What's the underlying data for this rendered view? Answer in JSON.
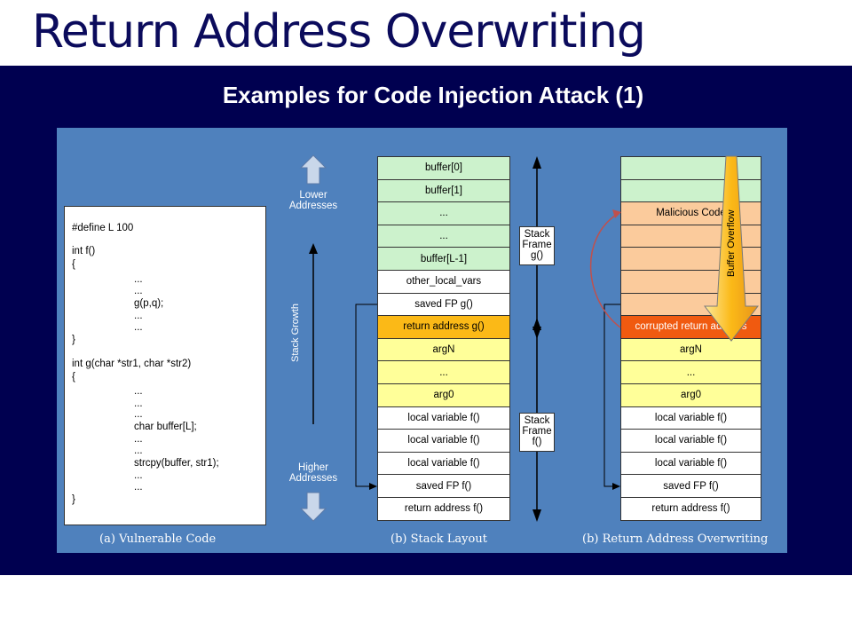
{
  "slide": {
    "title": "Return Address Overwriting",
    "subtitle": "Examples for Code Injection Attack (1)"
  },
  "code": {
    "lines": [
      "#define L 100",
      "int f()",
      "{",
      "...",
      "...",
      "g(p,q);",
      "...",
      "...",
      "}",
      "int g(char *str1, char *str2)",
      "{",
      "...",
      "...",
      "...",
      "char buffer[L];",
      "...",
      "...",
      "strcpy(buffer, str1);",
      "...",
      "...",
      "}"
    ]
  },
  "addresses": {
    "lower": "Lower\nAddresses",
    "higher": "Higher\nAddresses",
    "growth": "Stack Growth"
  },
  "stack_layout": {
    "cells": [
      "buffer[0]",
      "buffer[1]",
      "...",
      "...",
      "buffer[L-1]",
      "other_local_vars",
      "saved FP  g()",
      "return address g()",
      "argN",
      "...",
      "arg0",
      "local variable f()",
      "local variable f()",
      "local variable f()",
      "saved FP f()",
      "return address f()"
    ],
    "frame_g": "Stack\nFrame\ng()",
    "frame_f": "Stack\nFrame\nf()"
  },
  "overwrite_layout": {
    "cells": [
      "",
      "",
      "Malicious Code",
      "",
      "",
      "",
      "",
      "corrupted return address",
      "argN",
      "...",
      "arg0",
      "local variable f()",
      "local variable f()",
      "local variable f()",
      "saved FP f()",
      "return address f()"
    ],
    "overflow_label": "Buffer Overflow"
  },
  "captions": {
    "a": "(a) Vulnerable Code",
    "b": "(b) Stack Layout",
    "c": "(b) Return Address Overwriting"
  },
  "colors": {
    "navy": "#000050",
    "panel": "#4f81bd",
    "buffer": "#ccf2cc",
    "return_address": "#fbb917",
    "args": "#ffff99",
    "malicious": "#fbcb9c",
    "corrupted": "#f05a10"
  }
}
